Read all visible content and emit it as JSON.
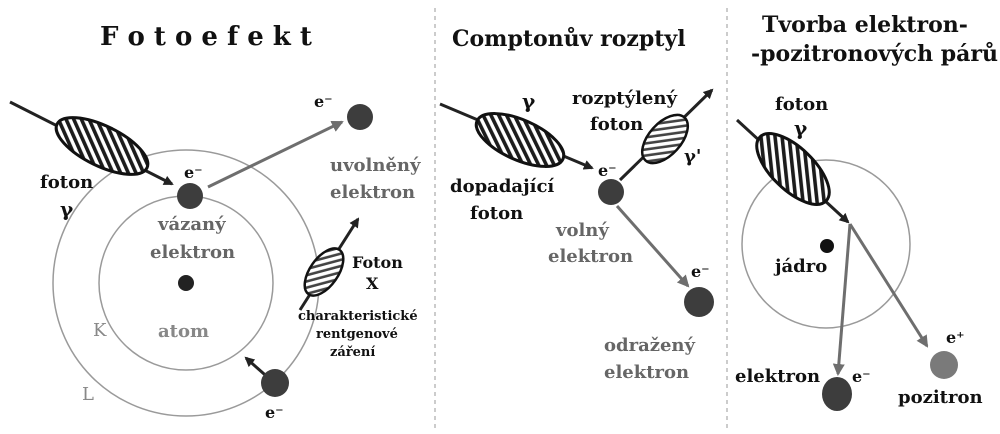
{
  "panels": {
    "photo": {
      "title": "F o t o e f e k t",
      "foton": "foton",
      "gamma": "γ",
      "e_bound_sym": "e⁻",
      "bound_l1": "vázaný",
      "bound_l2": "elektron",
      "e_free_sym": "e⁻",
      "freed_l1": "uvolněný",
      "freed_l2": "elektron",
      "atom": "atom",
      "shell_k": "K",
      "shell_l": "L",
      "xray_l1": "Foton",
      "xray_l2": "X",
      "char_l1": "charakteristické",
      "char_l2": "rentgenové",
      "char_l3": "záření",
      "e_lower_sym": "e⁻"
    },
    "compton": {
      "title": "Comptonův rozptyl",
      "gamma": "γ",
      "scat_l1": "rozptýlený",
      "scat_l2": "foton",
      "gamma_prime": "γ'",
      "incident_l1": "dopadající",
      "incident_l2": "foton",
      "e_sym": "e⁻",
      "free_l1": "volný",
      "free_l2": "elektron",
      "recoil_sym": "e⁻",
      "recoil_l1": "odražený",
      "recoil_l2": "elektron"
    },
    "pair": {
      "title_l1": "Tvorba elektron-",
      "title_l2": "-pozitronových párů",
      "foton": "foton",
      "gamma": "γ",
      "nucleus": "jádro",
      "electron": "elektron",
      "e_minus": "e⁻",
      "e_plus": "e⁺",
      "positron": "pozitron"
    }
  },
  "colors": {
    "dark_particle": "#3d3d3d",
    "nucleus": "#111111",
    "shell": "#9a9a9a",
    "grey_text": "#808080",
    "arrow": "#222222",
    "arrow_grey": "#6e6e6e",
    "positron_fill": "#7a7a7a"
  }
}
